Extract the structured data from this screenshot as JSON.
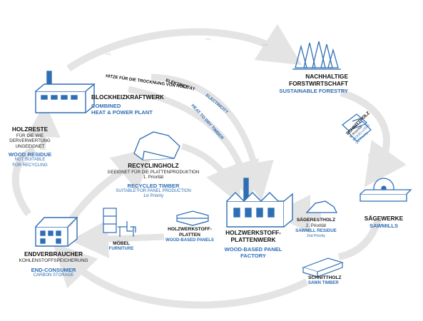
{
  "colors": {
    "accent_blue": "#2e6eb5",
    "arrow_grey": "#e4e4e4",
    "text_black": "#111111"
  },
  "arrows": {
    "heat_drying_de": "HITZE FÜR DIE TROCKNUNG VON HOLZ",
    "electricity_de": "ELEKTRIZITÄT",
    "heat_drying_en": "HEAT TO DRY TIMBER",
    "electricity_en": "ELECTRICITY"
  },
  "nodes": {
    "forestry": {
      "de": "NACHHALTIGE FORSTWIRTSCHAFT",
      "en": "SUSTAINABLE FORESTRY"
    },
    "chp": {
      "de": "BLOCKHEIZKRAFTWERK",
      "en_line1": "COMBINED",
      "en_line2": "HEAT & POWER PLANT"
    },
    "wood_residue": {
      "de": "HOLZRESTE",
      "de_sub1": "FÜR DIE WIE",
      "de_sub2": "DERVERWERTUNG",
      "de_sub3": "UNGEEIGNET",
      "en": "WOOD RESIDUE",
      "en_sub1": "NOT SUITABLE",
      "en_sub2": "FOR RECYCLING"
    },
    "recycled_timber": {
      "de": "RECYCLINGHOLZ",
      "de_sub1": "GEEIGNET FÜR DIE PLATTENPRODUKTION",
      "de_sub2": "1. Priorität",
      "en": "RECYCLED TIMBER",
      "en_sub1": "SUITABLE FOR PANEL PRODUCTION",
      "en_sub2": "1st Priority"
    },
    "wood_logs": {
      "de": "SCHNITTHOLZ",
      "de_sub": "3. Priorität",
      "en": "WOOD LOGS",
      "en_sub": "3rd Priority"
    },
    "sawmills": {
      "de": "SÄGEWERKE",
      "en": "SAWMILLS"
    },
    "sawmill_residue": {
      "de": "SÄGERESTHOLZ",
      "de_sub": "2. Priorität",
      "en": "SAWMILL RESIDUE",
      "en_sub": "2nd Priority"
    },
    "panel_factory": {
      "de_line1": "HOLZWERKSTOFF-",
      "de_line2": "PLATTENWERK",
      "en_line1": "WOOD-BASED PANEL",
      "en_line2": "FACTORY"
    },
    "wood_panels": {
      "de_line1": "HOLZWERKSTOFF-",
      "de_line2": "PLATTEN",
      "en": "WOOD-BASED PANELS"
    },
    "furniture": {
      "de": "MÖBEL",
      "en": "FURNITURE"
    },
    "end_consumer": {
      "de": "ENDVERBRAUCHER",
      "de_sub": "KOHLENSTOFFSPEICHERUNG",
      "en": "END-CONSUMER",
      "en_sub": "CARBON STORAGE"
    },
    "sawn_timber": {
      "de": "SCHNITTHOLZ",
      "en": "SAWN TIMBER"
    }
  }
}
